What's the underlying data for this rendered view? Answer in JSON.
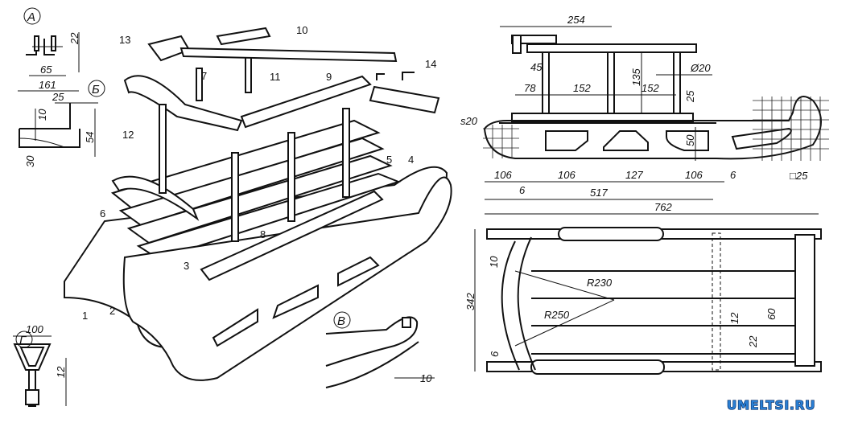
{
  "detail_views": {
    "A": {
      "letter": "А",
      "dims": [
        "22",
        "65"
      ]
    },
    "B": {
      "letter": "Б",
      "dims": [
        "161",
        "25",
        "10",
        "54",
        "30"
      ]
    },
    "V": {
      "letter": "В",
      "dims": [
        "10"
      ]
    },
    "G": {
      "letter": "Г",
      "dims": [
        "100",
        "12"
      ]
    }
  },
  "part_numbers": [
    "1",
    "2",
    "3",
    "4",
    "5",
    "6",
    "7",
    "8",
    "9",
    "10",
    "11",
    "12",
    "13",
    "14"
  ],
  "side_view": {
    "dims": [
      "254",
      "45",
      "78",
      "152",
      "152",
      "135",
      "Ø20",
      "25",
      "s20",
      "50",
      "106",
      "106",
      "127",
      "106",
      "6",
      "6",
      "517",
      "762",
      "□25"
    ]
  },
  "top_view": {
    "dims": [
      "10",
      "342",
      "R230",
      "R250",
      "6",
      "12",
      "22",
      "60"
    ]
  },
  "watermark": "UMELTSI.RU"
}
